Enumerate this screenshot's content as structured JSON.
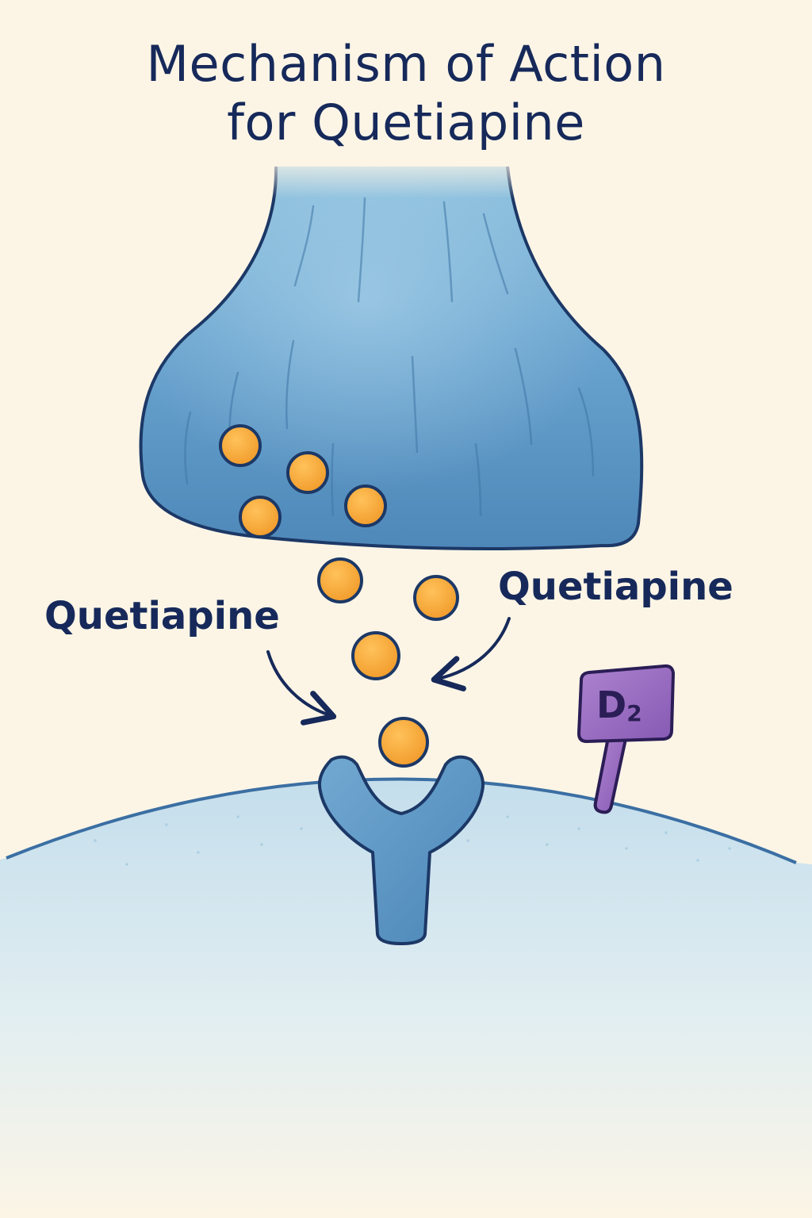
{
  "title": {
    "line1": "Mechanism of Action",
    "line2": "for Quetiapine"
  },
  "labels": {
    "left": "Quetiapine",
    "right": "Quetiapine"
  },
  "receptor": {
    "main": "D",
    "sub": "2"
  },
  "colors": {
    "background": "#fcf5e6",
    "neuron": "#5d97c4",
    "outline": "#1c3866",
    "molecule": "#f6a83a",
    "d2_receptor": "#9b6bbf"
  }
}
